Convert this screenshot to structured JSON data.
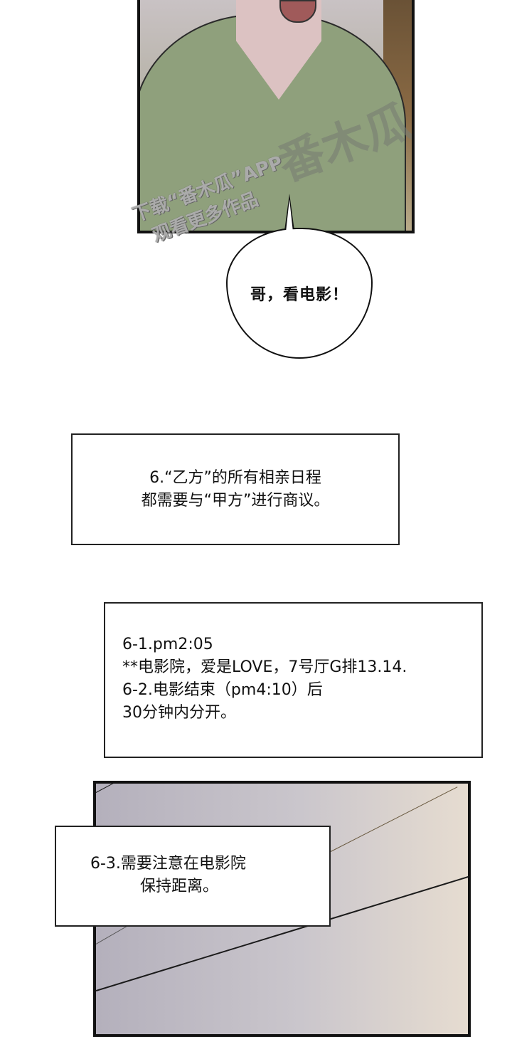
{
  "panels": [
    {
      "id": "panel-1",
      "description": "character in green hoodie smiling",
      "watermark": {
        "logo": "番木瓜",
        "line1": "下载“番木瓜”APP",
        "line2": "观看更多作品"
      },
      "colors": {
        "hoodie": "#8fa07c",
        "border": "#111111"
      }
    },
    {
      "id": "panel-3",
      "description": "close-up of white fabric with dark fold lines",
      "colors": {
        "background": "#c4c0c8"
      }
    }
  ],
  "speech_bubble": {
    "text": "哥，看电影！"
  },
  "captions": [
    {
      "lines": [
        "6.“乙方”的所有相亲日程",
        "都需要与“甲方”进行商议。"
      ]
    },
    {
      "lines": [
        "6-1.pm2:05",
        "**电影院，爱是LOVE，7号厅G排13.14.",
        "6-2.电影结束（pm4:10）后",
        "30分钟内分开。"
      ]
    },
    {
      "lines": [
        "6-3.需要注意在电影院",
        "保持距离。"
      ]
    }
  ]
}
